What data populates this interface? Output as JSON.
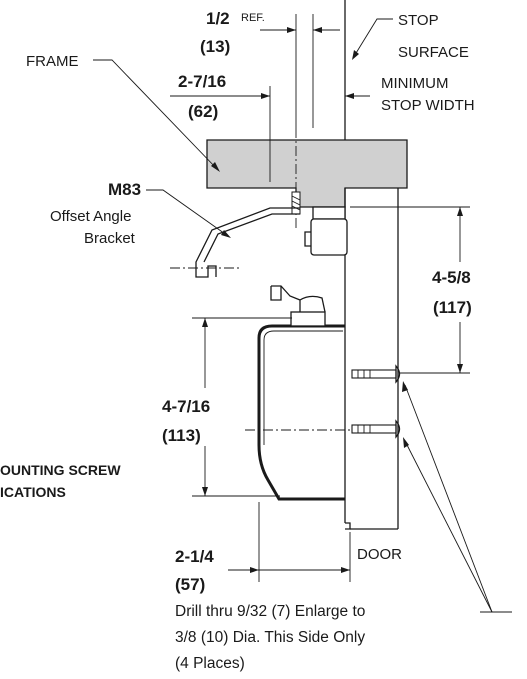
{
  "labels": {
    "frame": "FRAME",
    "stop_surface_1": "STOP",
    "stop_surface_2": "SURFACE",
    "min_stop_width_1": "MINIMUM",
    "min_stop_width_2": "STOP WIDTH",
    "model": "M83",
    "bracket_1": "Offset Angle",
    "bracket_2": "Bracket",
    "mounting_1": "OUNTING SCREW",
    "mounting_2": "ICATIONS",
    "door": "DOOR"
  },
  "dimensions": {
    "ref_in": "1/2",
    "ref_suffix": "REF.",
    "ref_mm": "(13)",
    "offset_in": "2-7/16",
    "offset_mm": "(62)",
    "bracket_height_in": "4-5/8",
    "bracket_height_mm": "(117)",
    "body_height_in": "4-7/16",
    "body_height_mm": "(113)",
    "body_width_in": "2-1/4",
    "body_width_mm": "(57)"
  },
  "note": {
    "line1": "Drill thru 9/32 (7) Enlarge to",
    "line2": "3/8 (10) Dia. This Side Only",
    "line3": "(4 Places)"
  }
}
